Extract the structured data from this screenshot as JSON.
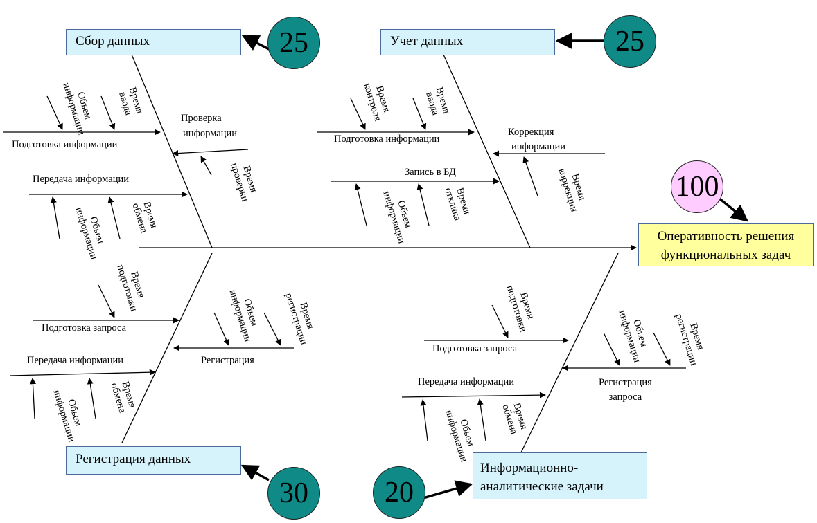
{
  "effect": {
    "line1": "Оперативность решения",
    "line2": "функциональных задач"
  },
  "categories": {
    "sbor": {
      "label": "Сбор данных",
      "weight": "25"
    },
    "uchet": {
      "label": "Учет данных",
      "weight": "25"
    },
    "registr": {
      "label": "Регистрация данных",
      "weight": "30"
    },
    "info": {
      "line1": "Информационно-",
      "line2": "аналитические задачи",
      "weight": "20"
    },
    "total": "100"
  },
  "labels": {
    "podg_info": "Подготовка информации",
    "peredacha_info": "Передача информации",
    "proverka_l1": "Проверка",
    "proverka_l2": "информации",
    "korrekcia_l1": "Коррекция",
    "korrekcia_l2": "информации",
    "zapis_bd": "Запись в БД",
    "podg_zapros": "Подготовка запроса",
    "registracia": "Регистрация",
    "registracia_zaprosa_l1": "Регистрация",
    "registracia_zaprosa_l2": "запроса"
  },
  "factors": {
    "obem_l1": "Объем",
    "obem_l2": "информации",
    "obem_alt_l1": "Обьем",
    "vremya": "Время",
    "vvoda": "ввода",
    "proverki": "проверки",
    "obmena": "обмена",
    "kontrolya": "контроля",
    "korrekcii": "коррекции",
    "otklika": "отклика",
    "podgotovki": "подготовки",
    "registracii": "регистрации"
  }
}
